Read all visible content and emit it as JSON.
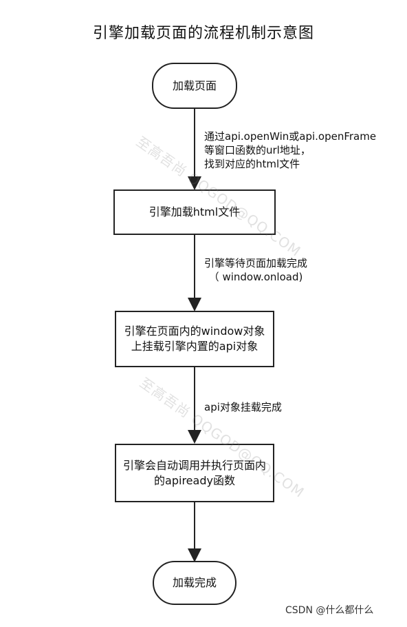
{
  "title": "引擎加载页面的流程机制示意图",
  "nodes": {
    "start": "加载页面",
    "load_html": "引擎加载html文件",
    "mount_api": [
      "引擎在页面内的window对象",
      "上挂载引擎内置的api对象"
    ],
    "call_ready": [
      "引擎会自动调用并执行页面内",
      "的apiready函数"
    ],
    "end": "加载完成"
  },
  "edges": {
    "e1": [
      "通过api.openWin或api.openFrame",
      "等窗口函数的url地址，",
      "找到对应的html文件"
    ],
    "e2": [
      "引擎等待页面加载完成",
      "（ window.onload)"
    ],
    "e3": "api对象挂载完成"
  },
  "watermarks": {
    "a": "至高吾尚  QQGOD@QQ.COM",
    "b": "至高吾尚  QQGOD@QQ.COM"
  },
  "footer": "CSDN @什么都什么",
  "colors": {
    "line": "#222222",
    "background": "#ffffff"
  }
}
